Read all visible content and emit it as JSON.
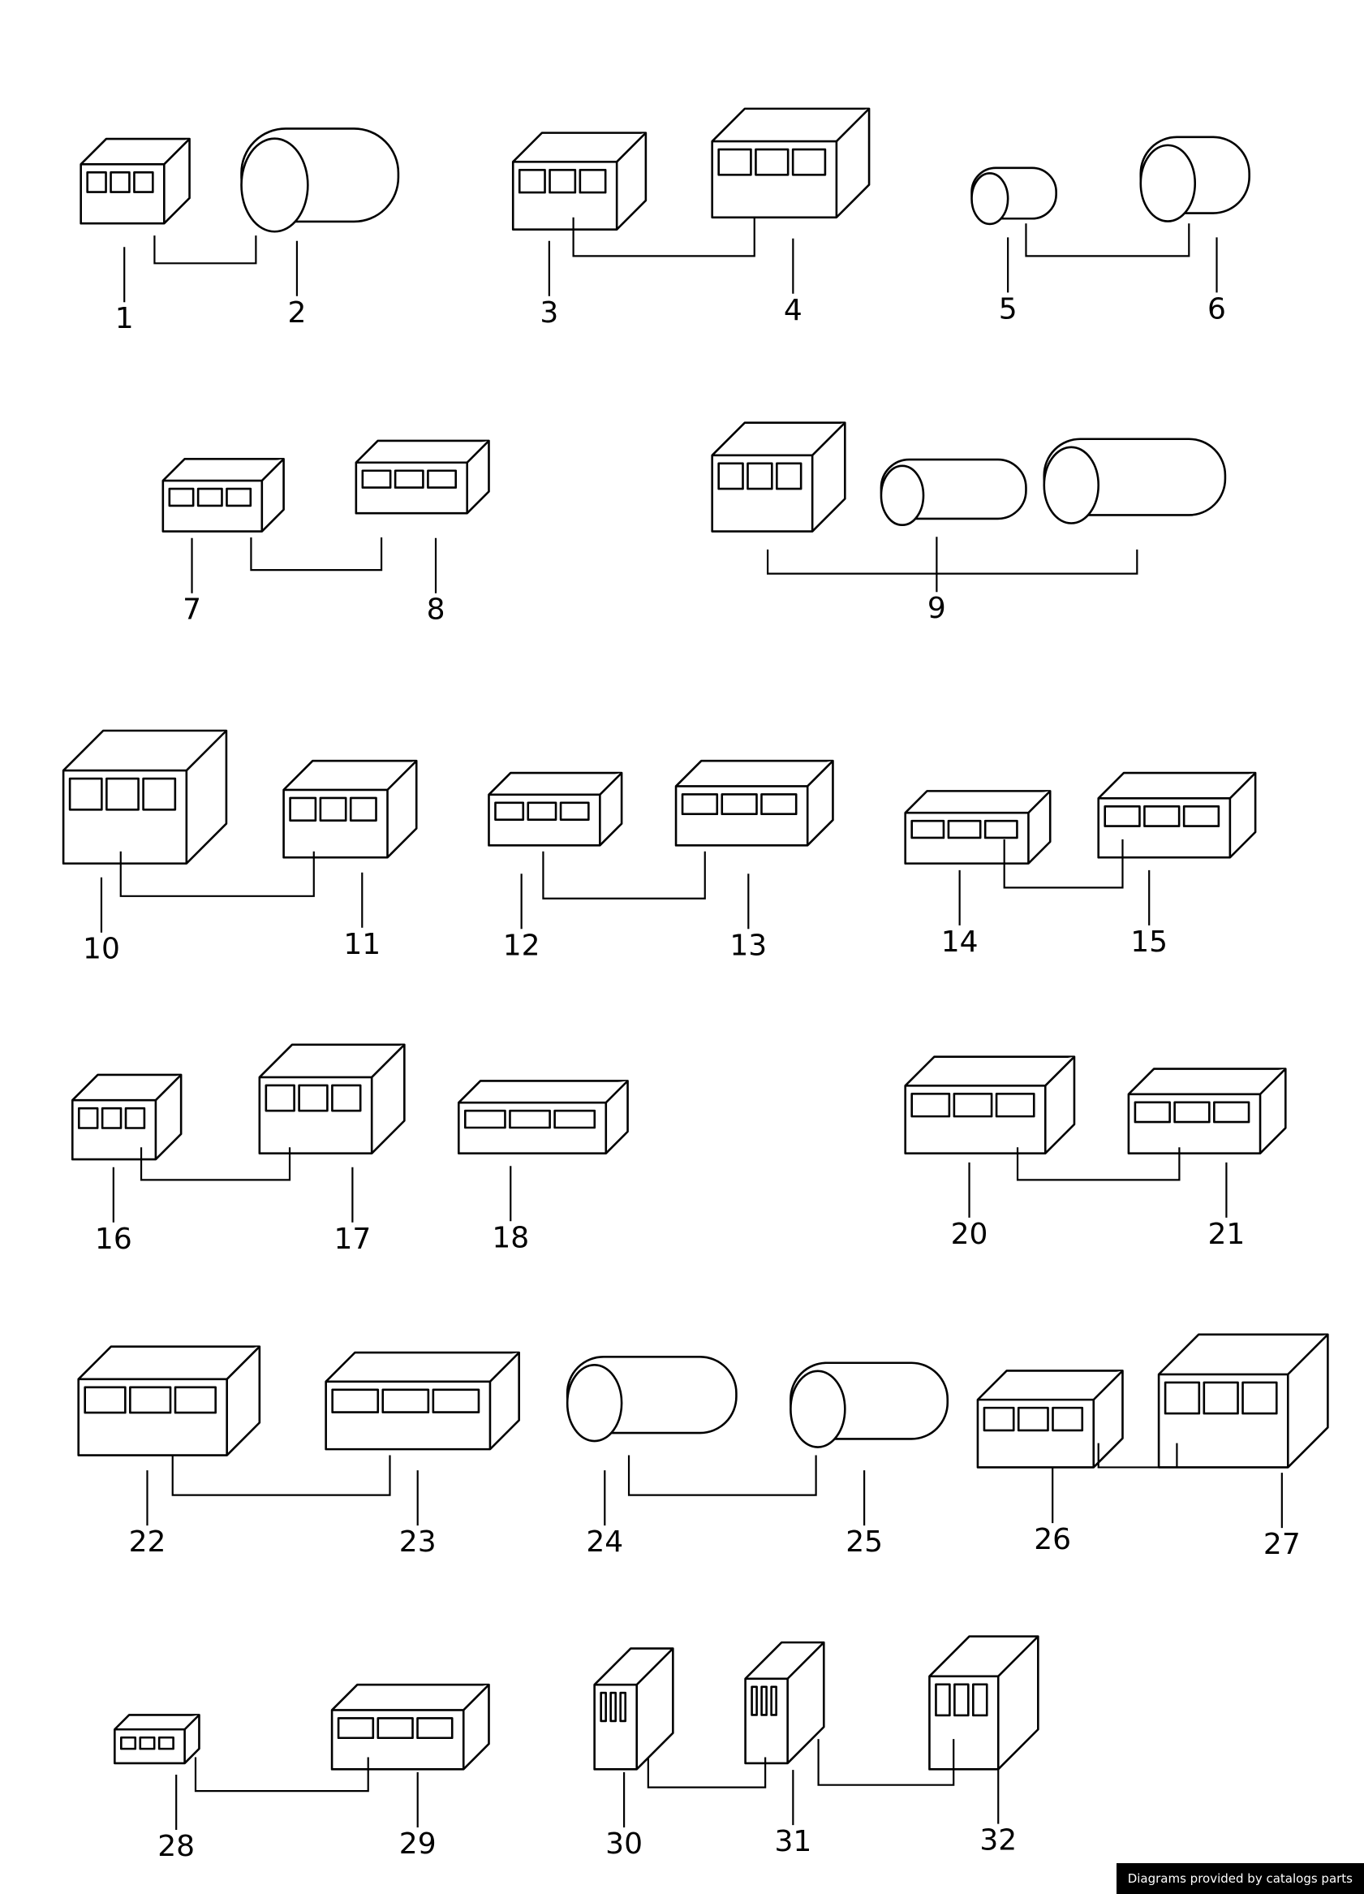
{
  "diagram": {
    "labels": [
      "1",
      "2",
      "3",
      "4",
      "5",
      "6",
      "7",
      "8",
      "9",
      "10",
      "11",
      "12",
      "13",
      "14",
      "15",
      "16",
      "17",
      "18",
      "20",
      "21",
      "22",
      "23",
      "24",
      "25",
      "26",
      "27",
      "28",
      "29",
      "30",
      "31",
      "32"
    ]
  },
  "footer": {
    "credit": "Diagrams provided by catalogs parts"
  }
}
